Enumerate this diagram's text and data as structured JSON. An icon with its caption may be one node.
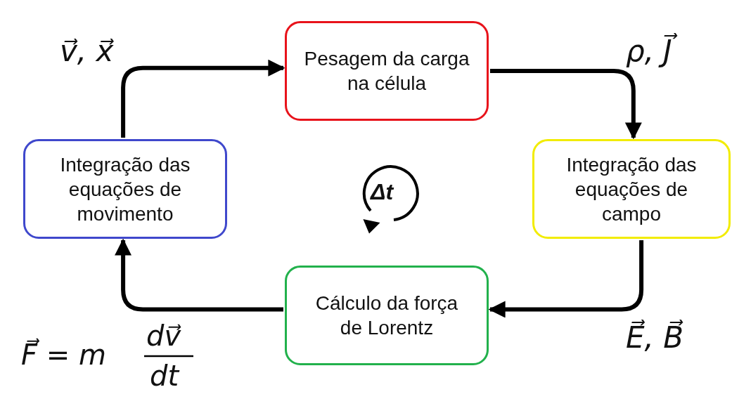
{
  "diagram": {
    "nodes": [
      {
        "text": [
          "Pesagem da carga na célula"
        ]
      },
      {
        "text": [
          "Integração das equações de campo"
        ]
      },
      {
        "text": [
          "Cálculo da força de Lorentz"
        ]
      },
      {
        "text": [
          "Integração das equações de movimento"
        ]
      }
    ],
    "edges": [
      {
        "from": 3,
        "to": 0,
        "arrow": "to",
        "label": "v⃗, x⃗"
      },
      {
        "from": 0,
        "to": 1,
        "arrow": "to",
        "label": "ρ, J⃗"
      },
      {
        "from": 1,
        "to": 2,
        "arrow": "to",
        "label": "E⃗, B⃗"
      },
      {
        "from": 2,
        "to": 3,
        "arrow": "to"
      }
    ],
    "labels": [
      "Δt",
      "F⃗ = m",
      "dv⃗",
      "dt"
    ]
  }
}
